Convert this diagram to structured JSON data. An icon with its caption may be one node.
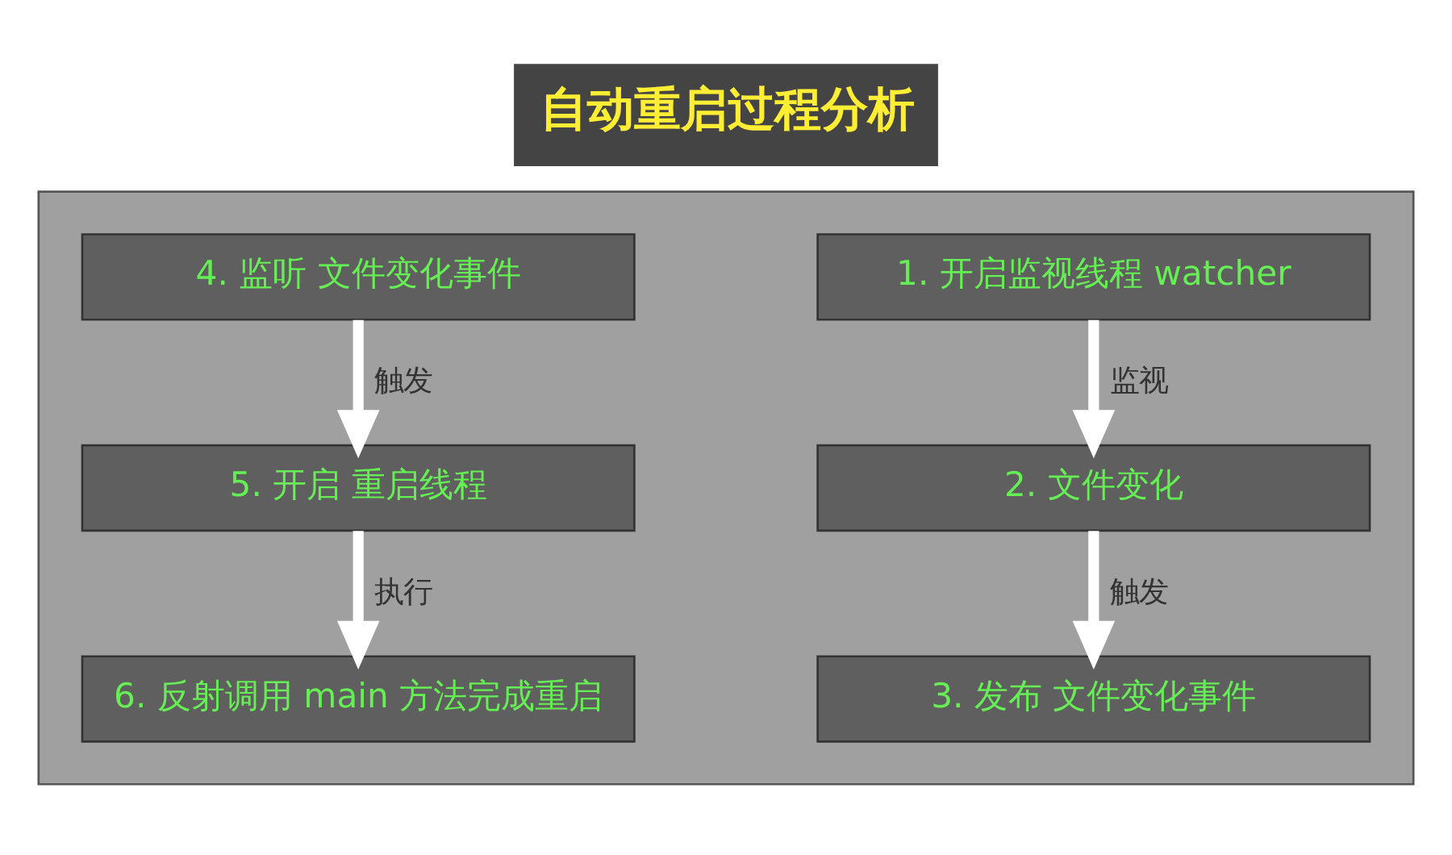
{
  "diagram": {
    "title": "自动重启过程分析",
    "nodes": [
      {
        "text": [],
        "shape": "box"
      },
      {
        "text": [
          "1. 开启监视线程 watcher"
        ],
        "in": 0
      },
      {
        "text": [
          "2. 文件变化"
        ],
        "in": 0
      },
      {
        "text": [
          "3. 发布 文件变化事件"
        ],
        "in": 0
      },
      {
        "text": [
          "4. 监听 文件变化事件"
        ],
        "in": 0
      },
      {
        "text": [
          "5. 开启 重启线程"
        ],
        "in": 0
      },
      {
        "text": [
          "6. 反射调用 main 方法完成重启"
        ],
        "in": 0
      }
    ],
    "edges": [
      {
        "from": 1,
        "to": 2,
        "arrow": "to",
        "label": "监视"
      },
      {
        "from": 2,
        "to": 3,
        "arrow": "to",
        "label": "触发"
      },
      {
        "from": 4,
        "to": 5,
        "arrow": "to",
        "label": "触发"
      },
      {
        "from": 5,
        "to": 6,
        "arrow": "to",
        "label": "执行"
      }
    ]
  }
}
